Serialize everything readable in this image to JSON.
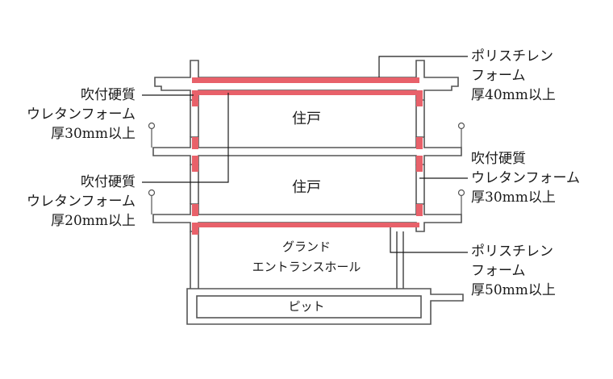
{
  "colors": {
    "insulation": "#e8616a",
    "structure": "#555555",
    "text": "#1a1a1a"
  },
  "labels": {
    "left_top": [
      "吹付硬質",
      "ウレタンフォーム",
      "厚30mm以上"
    ],
    "left_mid": [
      "吹付硬質",
      "ウレタンフォーム",
      "厚20mm以上"
    ],
    "right_top": [
      "ポリスチレン",
      "フォーム",
      "厚40mm以上"
    ],
    "right_mid": [
      "吹付硬質",
      "ウレタンフォーム",
      "厚30mm以上"
    ],
    "right_bottom": [
      "ポリスチレン",
      "フォーム",
      "厚50mm以上"
    ]
  },
  "rooms": {
    "unit_upper": "住戸",
    "unit_lower": "住戸",
    "hall_line1": "グランド",
    "hall_line2": "エントランスホール",
    "pit": "ピット"
  }
}
